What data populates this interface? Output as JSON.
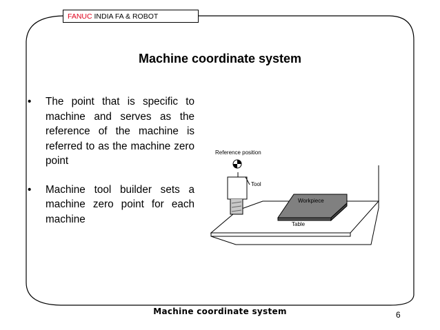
{
  "brand": {
    "red": "FANUC",
    "rest": " INDIA  FA & ROBOT"
  },
  "slide": {
    "title": "Machine coordinate system",
    "bullets": [
      "The point that is specific to machine and serves as the reference of the machine is referred to as the machine zero point",
      "Machine tool builder sets a machine zero point  for each machine"
    ],
    "bullet_marker": "•"
  },
  "figure": {
    "reference_label": "Reference position",
    "tool_label": "Tool",
    "workpiece_label": "Workpiece",
    "table_label": "Table"
  },
  "footer": {
    "title": "Machine coordinate system",
    "page_number": "6"
  },
  "colors": {
    "brand_red": "#e0001b",
    "workpiece_fill": "#808080"
  }
}
